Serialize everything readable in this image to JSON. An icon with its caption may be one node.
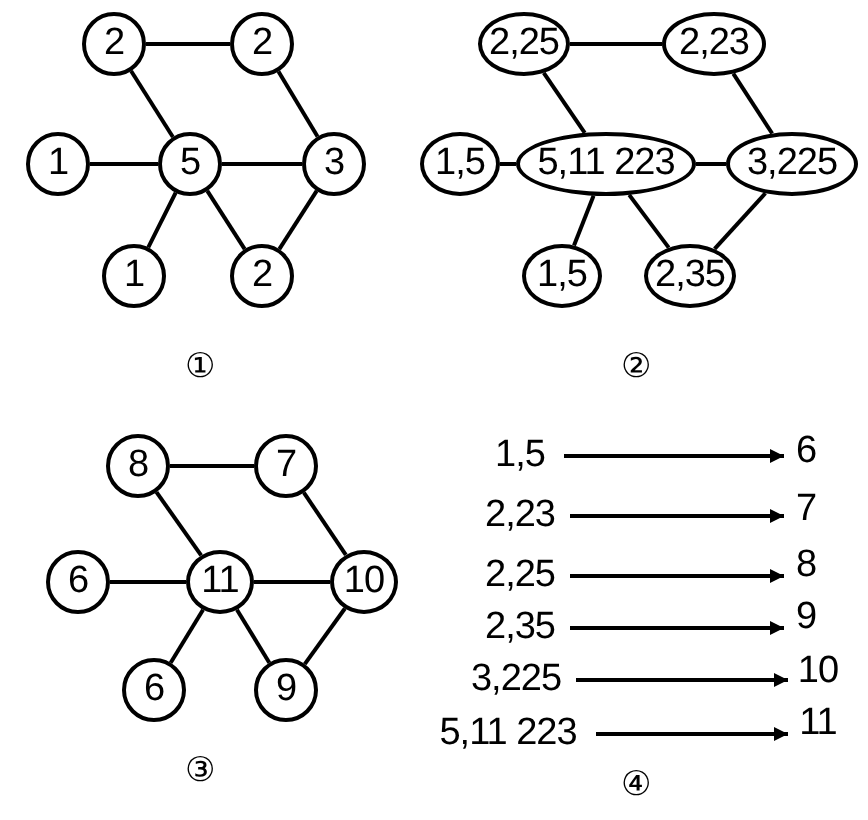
{
  "diagram": {
    "nodes": [
      {
        "text": [
          "2"
        ]
      },
      {
        "text": [
          "2"
        ]
      },
      {
        "text": [
          "1"
        ]
      },
      {
        "text": [
          "5"
        ]
      },
      {
        "text": [
          "3"
        ]
      },
      {
        "text": [
          "1"
        ]
      },
      {
        "text": [
          "2"
        ]
      },
      {
        "text": [
          "2,25"
        ]
      },
      {
        "text": [
          "2,23"
        ]
      },
      {
        "text": [
          "1,5"
        ]
      },
      {
        "text": [
          "5,11 223"
        ]
      },
      {
        "text": [
          "3,225"
        ]
      },
      {
        "text": [
          "1,5"
        ]
      },
      {
        "text": [
          "2,35"
        ]
      },
      {
        "text": [
          "8"
        ]
      },
      {
        "text": [
          "7"
        ]
      },
      {
        "text": [
          "6"
        ]
      },
      {
        "text": [
          "11"
        ]
      },
      {
        "text": [
          "10"
        ]
      },
      {
        "text": [
          "6"
        ]
      },
      {
        "text": [
          "9"
        ]
      },
      {
        "text": [
          "1,5"
        ]
      },
      {
        "text": [
          "6"
        ]
      },
      {
        "text": [
          "2,23"
        ]
      },
      {
        "text": [
          "7"
        ]
      },
      {
        "text": [
          "2,25"
        ]
      },
      {
        "text": [
          "8"
        ]
      },
      {
        "text": [
          "2,35"
        ]
      },
      {
        "text": [
          "9"
        ]
      },
      {
        "text": [
          "3,225"
        ]
      },
      {
        "text": [
          "10"
        ]
      },
      {
        "text": [
          "5,11 223"
        ]
      },
      {
        "text": [
          "11"
        ]
      }
    ],
    "edges": [
      {
        "from": 0,
        "to": 1,
        "arrow": "none"
      },
      {
        "from": 0,
        "to": 3,
        "arrow": "none"
      },
      {
        "from": 2,
        "to": 3,
        "arrow": "none"
      },
      {
        "from": 3,
        "to": 4,
        "arrow": "none"
      },
      {
        "from": 1,
        "to": 4,
        "arrow": "none"
      },
      {
        "from": 3,
        "to": 5,
        "arrow": "none"
      },
      {
        "from": 3,
        "to": 6,
        "arrow": "none"
      },
      {
        "from": 4,
        "to": 6,
        "arrow": "none"
      },
      {
        "from": 7,
        "to": 8,
        "arrow": "none"
      },
      {
        "from": 7,
        "to": 10,
        "arrow": "none"
      },
      {
        "from": 9,
        "to": 10,
        "arrow": "none"
      },
      {
        "from": 10,
        "to": 11,
        "arrow": "none"
      },
      {
        "from": 8,
        "to": 11,
        "arrow": "none"
      },
      {
        "from": 10,
        "to": 12,
        "arrow": "none"
      },
      {
        "from": 10,
        "to": 13,
        "arrow": "none"
      },
      {
        "from": 11,
        "to": 13,
        "arrow": "none"
      },
      {
        "from": 14,
        "to": 15,
        "arrow": "none"
      },
      {
        "from": 14,
        "to": 17,
        "arrow": "none"
      },
      {
        "from": 16,
        "to": 17,
        "arrow": "none"
      },
      {
        "from": 17,
        "to": 18,
        "arrow": "none"
      },
      {
        "from": 15,
        "to": 18,
        "arrow": "none"
      },
      {
        "from": 17,
        "to": 19,
        "arrow": "none"
      },
      {
        "from": 17,
        "to": 20,
        "arrow": "none"
      },
      {
        "from": 18,
        "to": 20,
        "arrow": "none"
      },
      {
        "from": 21,
        "to": 22,
        "arrow": "to"
      },
      {
        "from": 23,
        "to": 24,
        "arrow": "to"
      },
      {
        "from": 25,
        "to": 26,
        "arrow": "to"
      },
      {
        "from": 27,
        "to": 28,
        "arrow": "to"
      },
      {
        "from": 29,
        "to": 30,
        "arrow": "to"
      },
      {
        "from": 31,
        "to": 32,
        "arrow": "to"
      }
    ],
    "labels": [
      "①",
      "②",
      "③",
      "④"
    ]
  }
}
